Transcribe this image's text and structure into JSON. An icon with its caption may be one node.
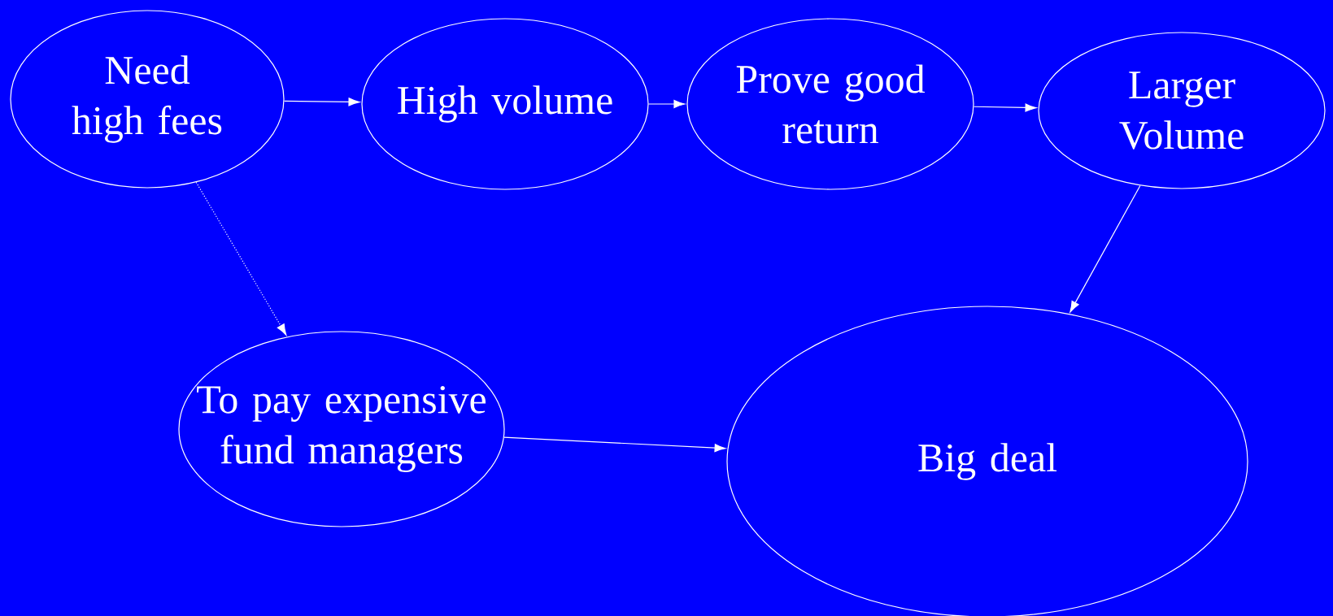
{
  "diagram": {
    "nodes": [
      {
        "text": [
          "Need high fees"
        ]
      },
      {
        "text": [
          "High volume"
        ]
      },
      {
        "text": [
          "Prove good return"
        ]
      },
      {
        "text": [
          "Larger Volume"
        ]
      },
      {
        "text": [
          "To pay expensive fund managers"
        ]
      },
      {
        "text": [
          "Big deal"
        ]
      }
    ],
    "edges": [
      {
        "from": 0,
        "to": 1,
        "arrow": "to"
      },
      {
        "from": 1,
        "to": 2,
        "arrow": "to"
      },
      {
        "from": 2,
        "to": 3,
        "arrow": "to"
      },
      {
        "from": 3,
        "to": 5,
        "arrow": "to"
      },
      {
        "from": 0,
        "to": 4,
        "arrow": "to",
        "style": "dashed"
      },
      {
        "from": 4,
        "to": 5,
        "arrow": "to"
      }
    ]
  }
}
